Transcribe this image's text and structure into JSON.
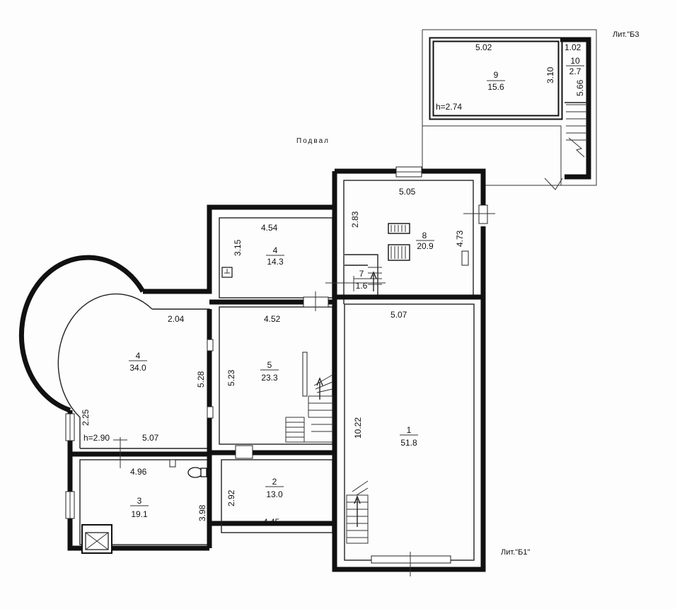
{
  "plan_title": "Подвал",
  "block_labels": {
    "b3": "Лит.\"Б3",
    "b1": "Лит.\"Б1\""
  },
  "rooms": [
    {
      "id": "r9",
      "number": "9",
      "area": "15.6"
    },
    {
      "id": "r10",
      "number": "10",
      "area": "2.7"
    },
    {
      "id": "r8",
      "number": "8",
      "area": "20.9"
    },
    {
      "id": "r7",
      "number": "7",
      "area": "1.6"
    },
    {
      "id": "r4a",
      "number": "4",
      "area": "14.3"
    },
    {
      "id": "r4b",
      "number": "4",
      "area": "34.0"
    },
    {
      "id": "r5",
      "number": "5",
      "area": "23.3"
    },
    {
      "id": "r1",
      "number": "1",
      "area": "51.8"
    },
    {
      "id": "r2",
      "number": "2",
      "area": "13.0"
    },
    {
      "id": "r3",
      "number": "3",
      "area": "19.1"
    }
  ],
  "dimensions": {
    "d_502": "5.02",
    "d_102": "1.02",
    "d_310": "3.10",
    "d_566": "5.66",
    "d_h274": "h=2.74",
    "d_505": "5.05",
    "d_283": "2.83",
    "d_473": "4.73",
    "d_454": "4.54",
    "d_315": "3.15",
    "d_204": "2.04",
    "d_452": "4.52",
    "d_507a": "5.07",
    "d_528": "5.28",
    "d_523": "5.23",
    "d_1022": "10.22",
    "d_225": "2.25",
    "d_h290": "h=2.90",
    "d_507b": "5.07",
    "d_496": "4.96",
    "d_398": "3.98",
    "d_292": "2.92",
    "d_445": "4.45"
  }
}
